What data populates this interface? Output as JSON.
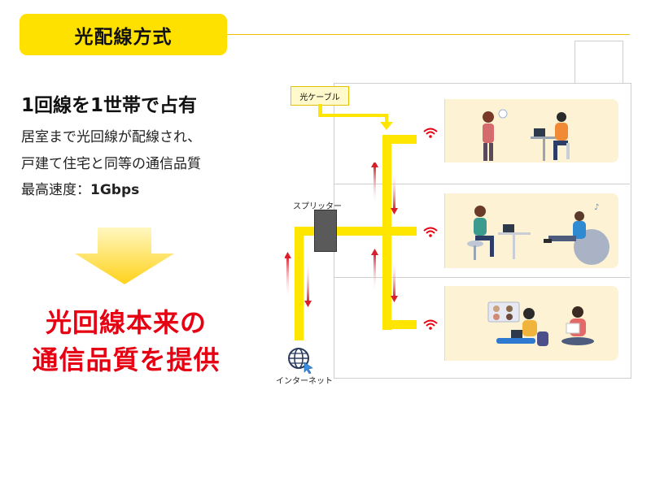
{
  "header": {
    "title": "光配線方式"
  },
  "left": {
    "heading": "1回線を1世帯で占有",
    "desc_lines": [
      "居室まで光回線が配線され、",
      "戸建て住宅と同等の通信品質"
    ],
    "speed_label": "最高速度：",
    "speed_value": "1Gbps",
    "result_lines": [
      "光回線本来の",
      "通信品質を提供"
    ]
  },
  "diagram": {
    "cable_label": "光ケーブル",
    "splitter_label": "スプリッター",
    "internet_label": "インターネット",
    "icons": [
      "wifi-icon",
      "globe-icon",
      "down-arrow-icon"
    ]
  },
  "colors": {
    "accent_yellow": "#ffe600",
    "accent_red": "#e60012",
    "room_bg": "#fdf2d3"
  }
}
